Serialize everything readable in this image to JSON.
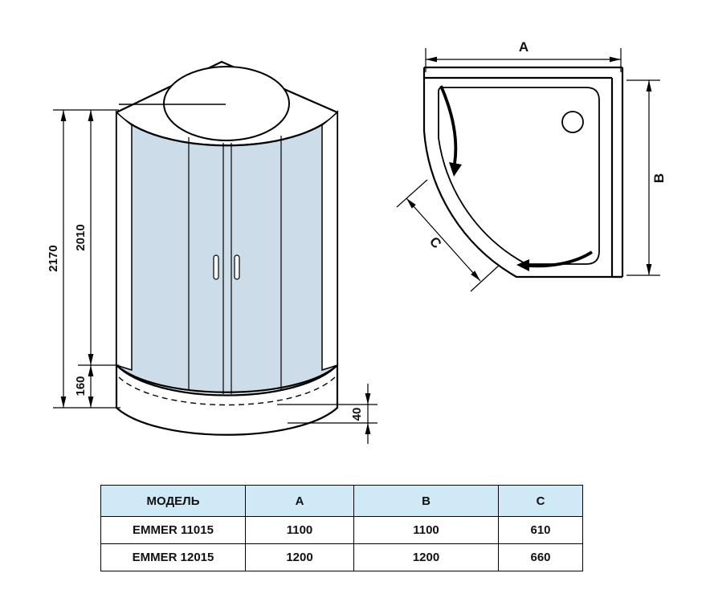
{
  "front_view": {
    "dims": {
      "total_height": "2170",
      "glass_height": "2010",
      "tray_height": "160",
      "tray_lip": "40"
    }
  },
  "top_view": {
    "dims": {
      "width": "A",
      "depth": "B",
      "front": "C"
    }
  },
  "table": {
    "headers": [
      "МОДЕЛЬ",
      "A",
      "B",
      "C"
    ],
    "rows": [
      {
        "model": "EMMER 11015",
        "a": "1100",
        "b": "1100",
        "c": "610"
      },
      {
        "model": "EMMER 12015",
        "a": "1200",
        "b": "1200",
        "c": "660"
      }
    ]
  },
  "colors": {
    "glass": "#ccdde9",
    "frame": "#ffffff",
    "line": "#000000",
    "table_header_bg": "#cfe9f7"
  }
}
